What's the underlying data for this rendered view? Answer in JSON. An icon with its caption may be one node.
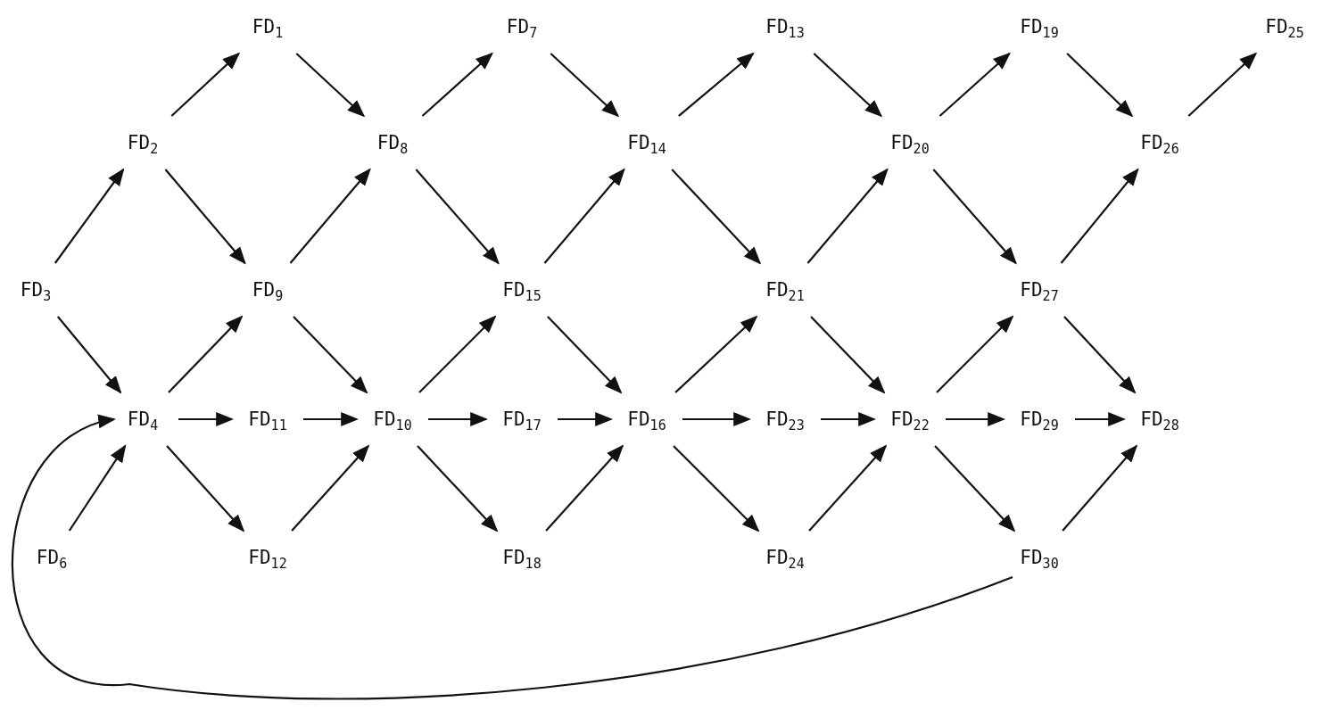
{
  "diagram": {
    "nodes": [
      {
        "text": [
          "FD$_{1}$"
        ]
      },
      {
        "text": [
          "FD$_{7}$"
        ]
      },
      {
        "text": [
          "FD$_{13}$"
        ]
      },
      {
        "text": [
          "FD$_{19}$"
        ]
      },
      {
        "text": [
          "FD$_{25}$"
        ]
      },
      {
        "text": [
          "FD$_{2}$"
        ]
      },
      {
        "text": [
          "FD$_{8}$"
        ]
      },
      {
        "text": [
          "FD$_{14}$"
        ]
      },
      {
        "text": [
          "FD$_{20}$"
        ]
      },
      {
        "text": [
          "FD$_{26}$"
        ]
      },
      {
        "text": [
          "FD$_{3}$"
        ]
      },
      {
        "text": [
          "FD$_{9}$"
        ]
      },
      {
        "text": [
          "FD$_{15}$"
        ]
      },
      {
        "text": [
          "FD$_{21}$"
        ]
      },
      {
        "text": [
          "FD$_{27}$"
        ]
      },
      {
        "text": [
          "FD$_{4}$"
        ]
      },
      {
        "text": [
          "FD$_{11}$"
        ]
      },
      {
        "text": [
          "FD$_{10}$"
        ]
      },
      {
        "text": [
          "FD$_{17}$"
        ]
      },
      {
        "text": [
          "FD$_{16}$"
        ]
      },
      {
        "text": [
          "FD$_{23}$"
        ]
      },
      {
        "text": [
          "FD$_{22}$"
        ]
      },
      {
        "text": [
          "FD$_{29}$"
        ]
      },
      {
        "text": [
          "FD$_{28}$"
        ]
      },
      {
        "text": [
          "FD$_{6}$"
        ]
      },
      {
        "text": [
          "FD$_{12}$"
        ]
      },
      {
        "text": [
          "FD$_{18}$"
        ]
      },
      {
        "text": [
          "FD$_{24}$"
        ]
      },
      {
        "text": [
          "FD$_{30}$"
        ]
      }
    ],
    "edges": [
      {
        "from": 10,
        "to": 5,
        "arrow": "to"
      },
      {
        "from": 5,
        "to": 0,
        "arrow": "to"
      },
      {
        "from": 0,
        "to": 6,
        "arrow": "to"
      },
      {
        "from": 5,
        "to": 11,
        "arrow": "to"
      },
      {
        "from": 11,
        "to": 6,
        "arrow": "to"
      },
      {
        "from": 6,
        "to": 1,
        "arrow": "to"
      },
      {
        "from": 1,
        "to": 7,
        "arrow": "to"
      },
      {
        "from": 6,
        "to": 12,
        "arrow": "to"
      },
      {
        "from": 12,
        "to": 7,
        "arrow": "to"
      },
      {
        "from": 7,
        "to": 2,
        "arrow": "to"
      },
      {
        "from": 2,
        "to": 8,
        "arrow": "to"
      },
      {
        "from": 7,
        "to": 13,
        "arrow": "to"
      },
      {
        "from": 13,
        "to": 8,
        "arrow": "to"
      },
      {
        "from": 8,
        "to": 3,
        "arrow": "to"
      },
      {
        "from": 3,
        "to": 9,
        "arrow": "to"
      },
      {
        "from": 8,
        "to": 14,
        "arrow": "to"
      },
      {
        "from": 14,
        "to": 9,
        "arrow": "to"
      },
      {
        "from": 9,
        "to": 4,
        "arrow": "to"
      },
      {
        "from": 10,
        "to": 15,
        "arrow": "to"
      },
      {
        "from": 24,
        "to": 15,
        "arrow": "to"
      },
      {
        "from": 15,
        "to": 11,
        "arrow": "to"
      },
      {
        "from": 11,
        "to": 17,
        "arrow": "to"
      },
      {
        "from": 15,
        "to": 16,
        "arrow": "to"
      },
      {
        "from": 16,
        "to": 17,
        "arrow": "to"
      },
      {
        "from": 15,
        "to": 25,
        "arrow": "to"
      },
      {
        "from": 25,
        "to": 17,
        "arrow": "to"
      },
      {
        "from": 17,
        "to": 12,
        "arrow": "to"
      },
      {
        "from": 17,
        "to": 18,
        "arrow": "to"
      },
      {
        "from": 17,
        "to": 26,
        "arrow": "to"
      },
      {
        "from": 12,
        "to": 19,
        "arrow": "to"
      },
      {
        "from": 18,
        "to": 19,
        "arrow": "to"
      },
      {
        "from": 26,
        "to": 19,
        "arrow": "to"
      },
      {
        "from": 19,
        "to": 13,
        "arrow": "to"
      },
      {
        "from": 19,
        "to": 20,
        "arrow": "to"
      },
      {
        "from": 19,
        "to": 27,
        "arrow": "to"
      },
      {
        "from": 13,
        "to": 21,
        "arrow": "to"
      },
      {
        "from": 20,
        "to": 21,
        "arrow": "to"
      },
      {
        "from": 27,
        "to": 21,
        "arrow": "to"
      },
      {
        "from": 21,
        "to": 14,
        "arrow": "to"
      },
      {
        "from": 21,
        "to": 22,
        "arrow": "to"
      },
      {
        "from": 21,
        "to": 28,
        "arrow": "to"
      },
      {
        "from": 14,
        "to": 23,
        "arrow": "to"
      },
      {
        "from": 22,
        "to": 23,
        "arrow": "to"
      },
      {
        "from": 28,
        "to": 23,
        "arrow": "to"
      },
      {
        "from": 28,
        "to": 15,
        "arrow": "to"
      }
    ]
  }
}
